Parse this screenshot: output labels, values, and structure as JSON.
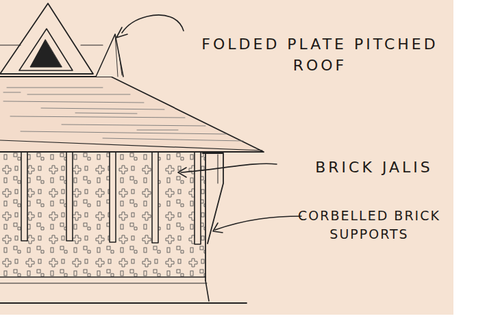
{
  "diagram": {
    "labels": [
      "FOLDED PLATE PITCHED ROOF",
      "BRICK JALIS",
      "CORBELLED BRICK SUPPORTS"
    ]
  }
}
